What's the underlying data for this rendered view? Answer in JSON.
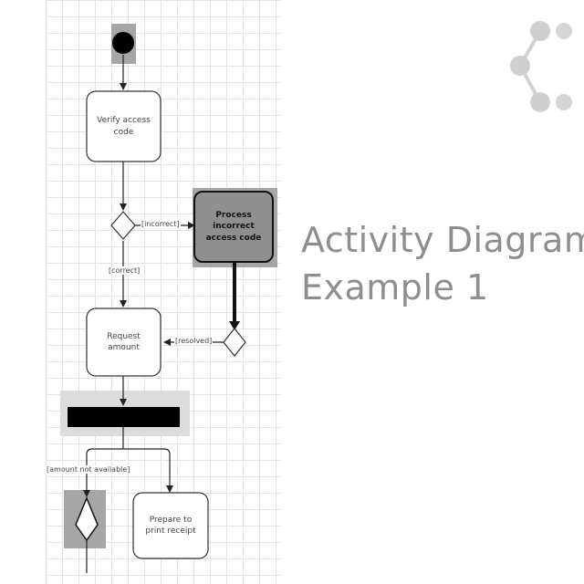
{
  "title": {
    "line1": "Activity Diagram",
    "line2": "Example 1"
  },
  "nodes": {
    "verify": "Verify access code",
    "process": "Process incorrect access code",
    "request": "Request amount",
    "prepare": "Prepare to print receipt"
  },
  "guards": {
    "incorrect": "[incorrect]",
    "correct": "[correct]",
    "resolved": "[resolved]",
    "not_available": "[amount not available]"
  },
  "logo": {
    "icon": "share-icon",
    "color": "#cfcfcf"
  },
  "colors": {
    "highlight": "#a6a6a6",
    "process_fill": "#8f8f8f",
    "fork_bar": "#000000",
    "title": "#8e8e8e"
  }
}
